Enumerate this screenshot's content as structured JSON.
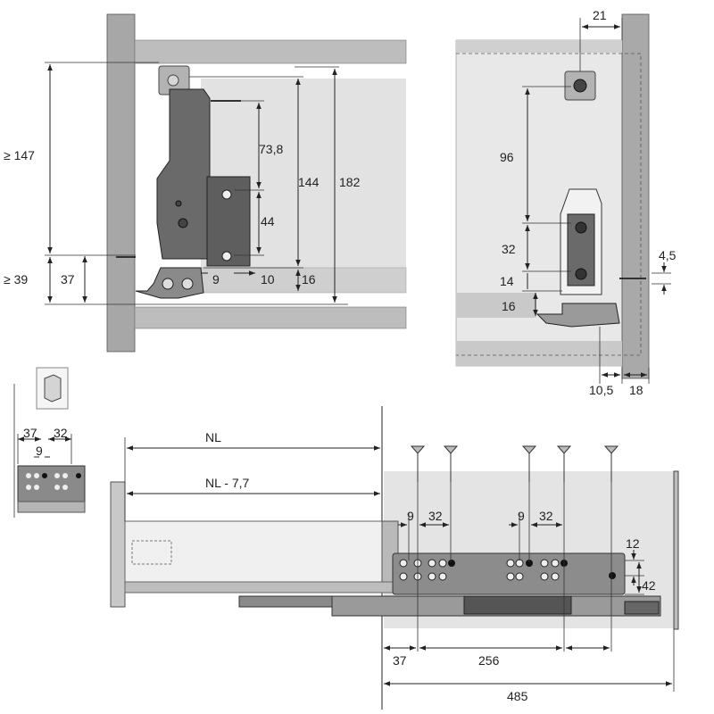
{
  "side_view": {
    "dims": {
      "d147": "≥ 147",
      "d39": "≥ 39",
      "d37": "37",
      "d73_8": "73,8",
      "d44": "44",
      "d144": "144",
      "d182": "182",
      "d9": "9",
      "d10": "10",
      "d16": "16"
    }
  },
  "front_view": {
    "dims": {
      "d21": "21",
      "d96": "96",
      "d32": "32",
      "d14": "14",
      "d16": "16",
      "d4_5": "4,5",
      "d10_5": "10,5",
      "d18": "18"
    }
  },
  "detail_view": {
    "dims": {
      "d37": "37",
      "d32": "32",
      "d9": "9"
    }
  },
  "slide_view": {
    "dims": {
      "nl": "NL",
      "nl_minus": "NL - 7,7",
      "d9a": "9",
      "d32a": "32",
      "d9b": "9",
      "d32b": "32",
      "d12": "12",
      "d42": "42",
      "d37": "37",
      "d256": "256",
      "d485": "485"
    }
  },
  "colors": {
    "panel": "#a7a7a7",
    "bracket": "#6a6a6a",
    "light": "#e0e0e0",
    "mid": "#c8c8c8"
  }
}
